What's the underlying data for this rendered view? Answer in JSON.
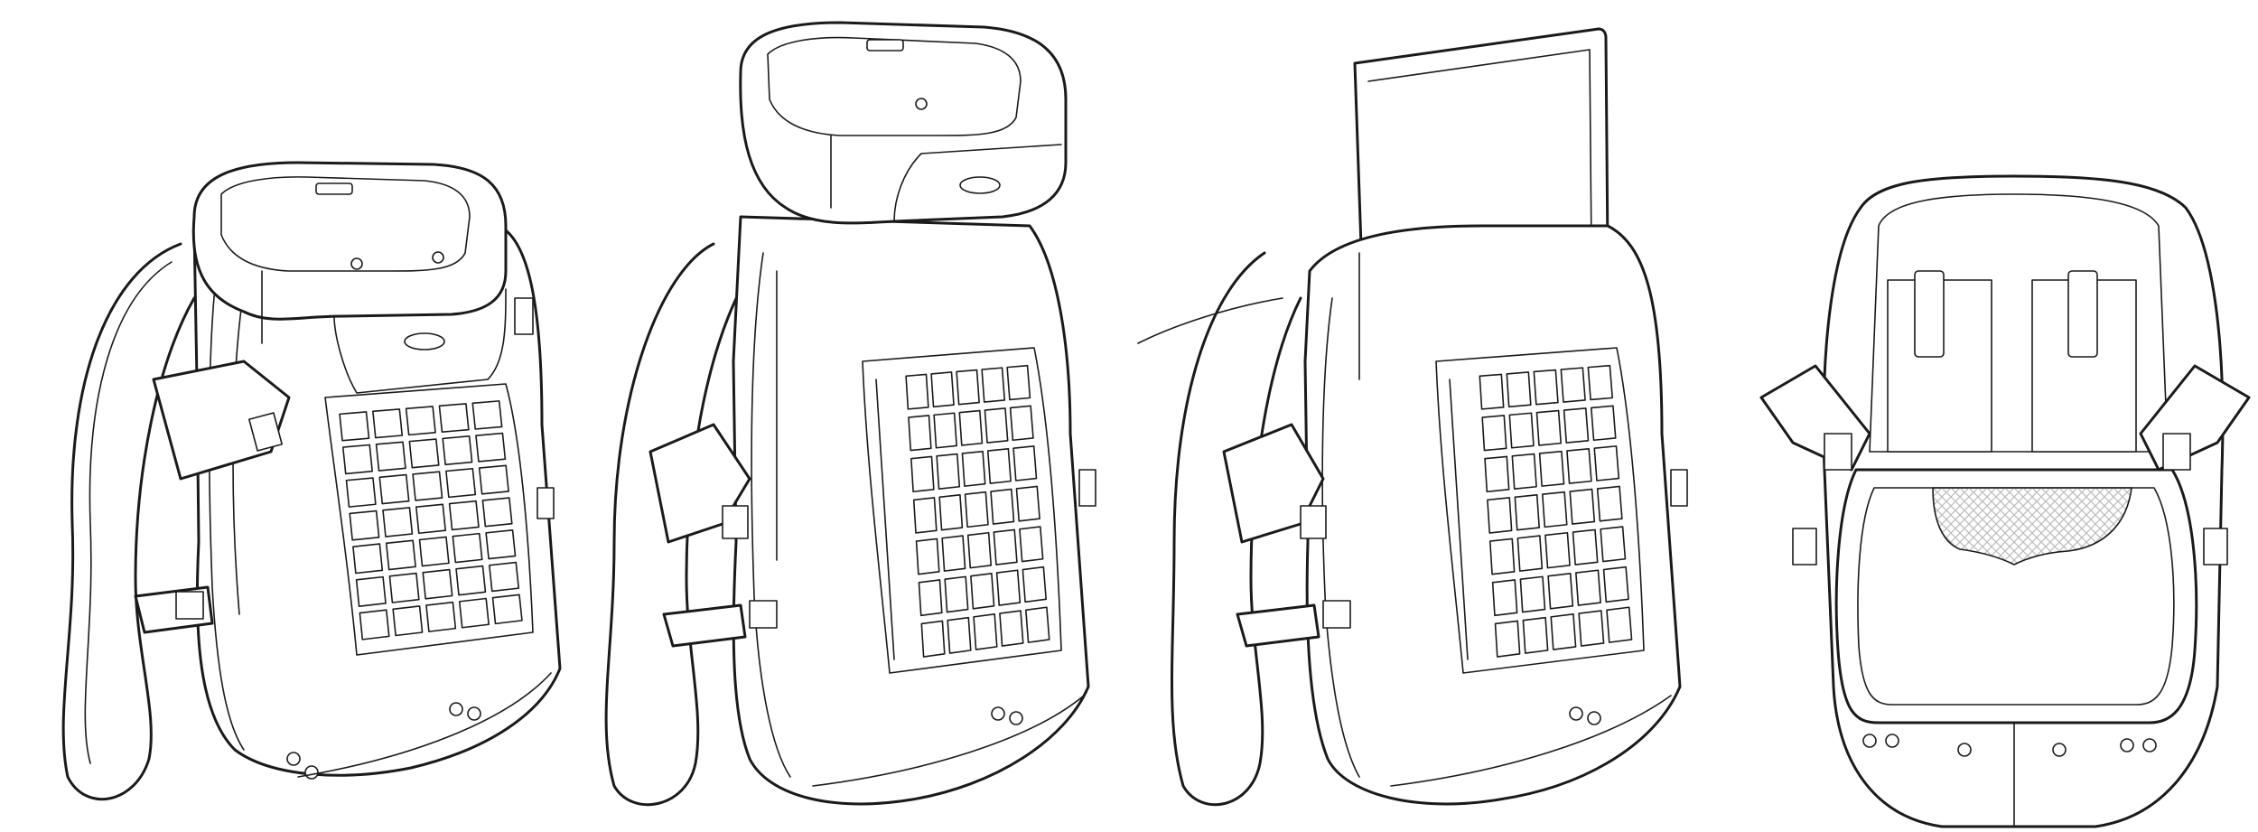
{
  "figure": {
    "views": [
      {
        "id": "view-1",
        "state": "closed"
      },
      {
        "id": "view-2",
        "state": "top-pod-detached"
      },
      {
        "id": "view-3",
        "state": "laptop-inserted"
      },
      {
        "id": "view-4",
        "state": "front-opened"
      }
    ],
    "colors": {
      "line": "#1a1a1a",
      "background": "#ffffff",
      "mesh": "#bbbbbb"
    },
    "panel_grid": {
      "rows": 7,
      "cols": 5
    }
  }
}
